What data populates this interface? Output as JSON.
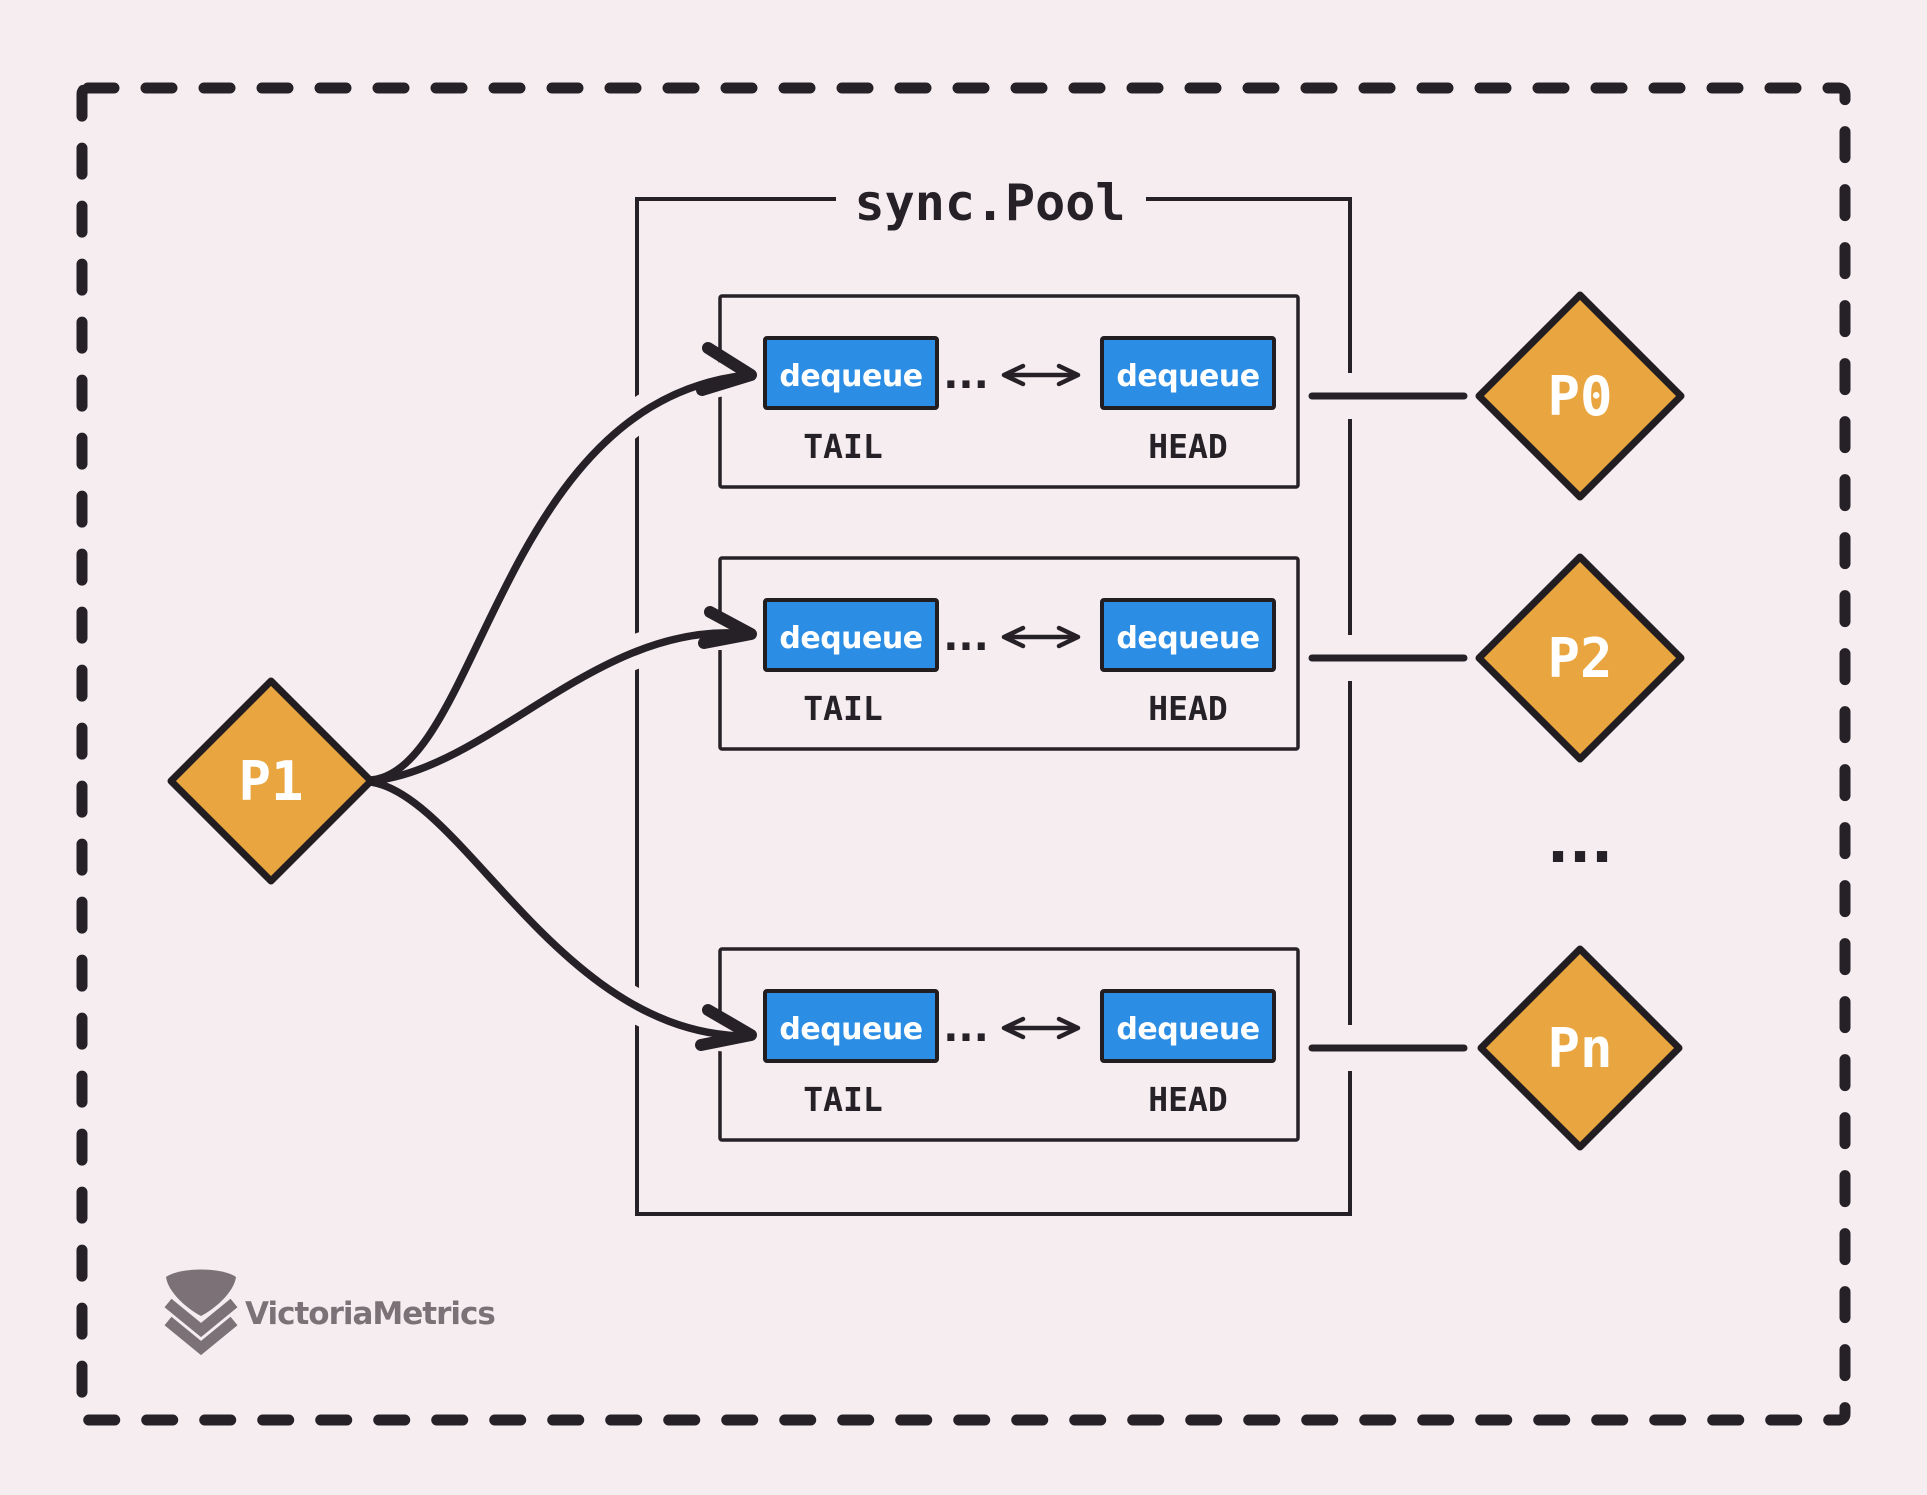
{
  "colors": {
    "background": "#f6edf0",
    "ink": "#262126",
    "box_blue": "#2b8de4",
    "diamond_orange": "#e9a640",
    "logo_gray": "#7b7176",
    "text_white": "#ffffff"
  },
  "pool": {
    "title": "sync.Pool"
  },
  "rows": [
    {
      "tail_value": "dequeue",
      "head_value": "dequeue",
      "ellipsis": "...",
      "tail_label": "TAIL",
      "head_label": "HEAD"
    },
    {
      "tail_value": "dequeue",
      "head_value": "dequeue",
      "ellipsis": "...",
      "tail_label": "TAIL",
      "head_label": "HEAD"
    },
    {
      "tail_value": "dequeue",
      "head_value": "dequeue",
      "ellipsis": "...",
      "tail_label": "TAIL",
      "head_label": "HEAD"
    }
  ],
  "processors": {
    "left": "P1",
    "right": [
      "P0",
      "P2",
      "Pn"
    ],
    "more_indicator": "..."
  },
  "logo": {
    "name": "VictoriaMetrics"
  }
}
